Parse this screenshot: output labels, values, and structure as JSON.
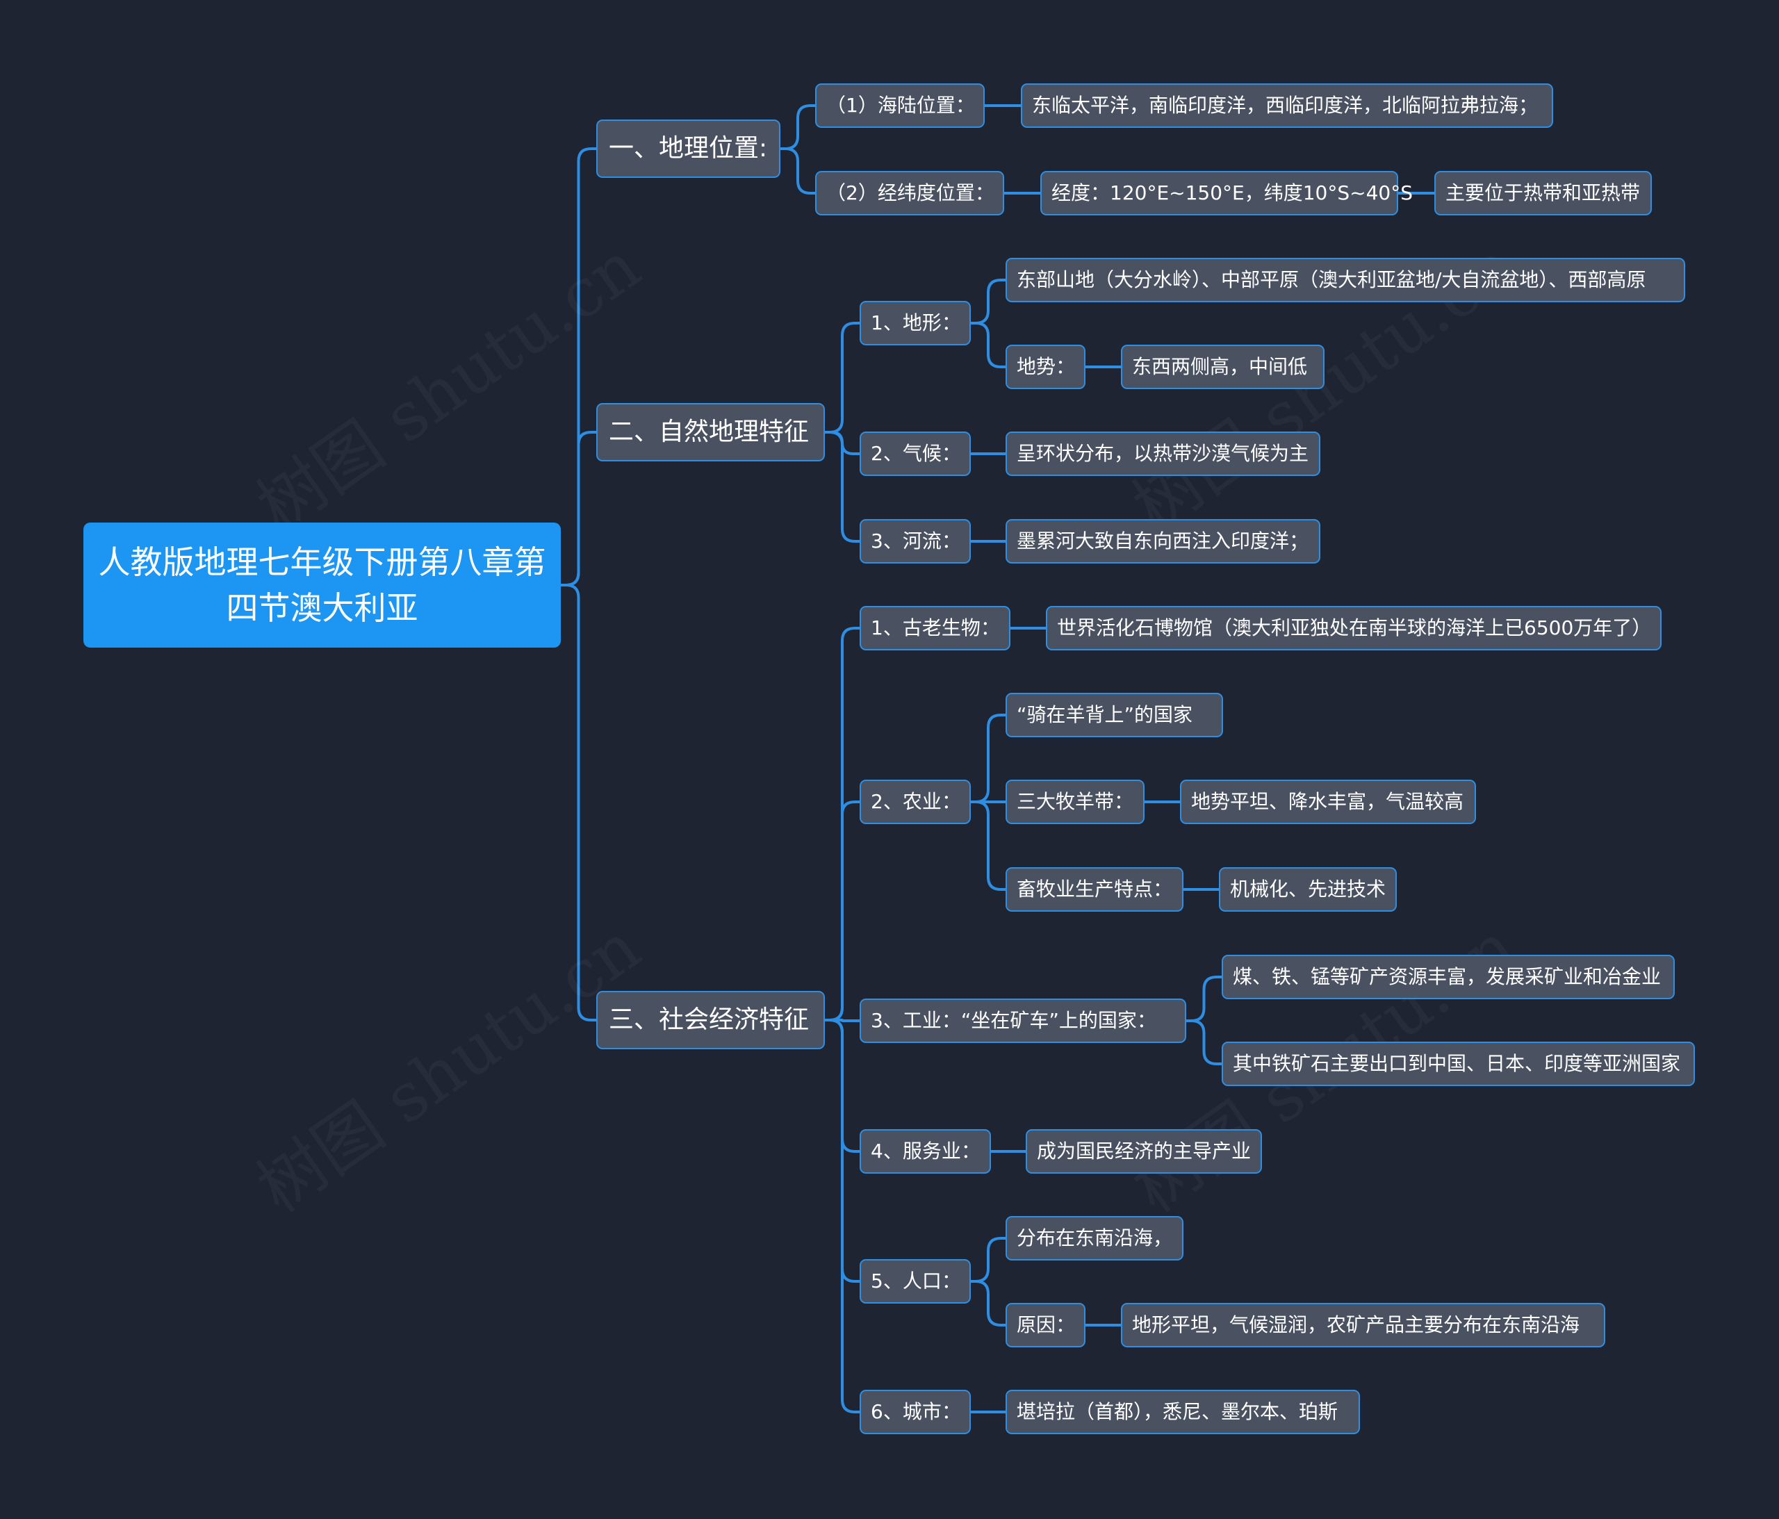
{
  "root": {
    "title": "人教版地理七年级下册第八章第四节澳大利亚"
  },
  "watermark": "树图 shutu.cn",
  "colors": {
    "background": "#1f2433",
    "root": "#1d96f3",
    "node": "#4a5262",
    "line": "#2d8ee3",
    "text": "#ffffff"
  },
  "sections": [
    {
      "label": "一、地理位置:",
      "items": [
        {
          "label": "（1）海陆位置：",
          "children": [
            {
              "label": "东临太平洋，南临印度洋，西临印度洋，北临阿拉弗拉海；"
            }
          ]
        },
        {
          "label": "（2）经纬度位置：",
          "children": [
            {
              "label": "经度：120°E~150°E，纬度10°S~40°S",
              "children": [
                {
                  "label": "主要位于热带和亚热带"
                }
              ]
            }
          ]
        }
      ]
    },
    {
      "label": "二、自然地理特征",
      "items": [
        {
          "label": "1、地形：",
          "children": [
            {
              "label": "东部山地（大分水岭）、中部平原（澳大利亚盆地/大自流盆地）、西部高原"
            },
            {
              "label": "地势：",
              "children": [
                {
                  "label": "东西两侧高，中间低"
                }
              ]
            }
          ]
        },
        {
          "label": "2、气候：",
          "children": [
            {
              "label": "呈环状分布，以热带沙漠气候为主"
            }
          ]
        },
        {
          "label": "3、河流：",
          "children": [
            {
              "label": "墨累河大致自东向西注入印度洋；"
            }
          ]
        }
      ]
    },
    {
      "label": "三、社会经济特征",
      "items": [
        {
          "label": "1、古老生物：",
          "children": [
            {
              "label": "世界活化石博物馆（澳大利亚独处在南半球的海洋上已6500万年了）"
            }
          ]
        },
        {
          "label": "2、农业：",
          "children": [
            {
              "label": "“骑在羊背上”的国家"
            },
            {
              "label": "三大牧羊带：",
              "children": [
                {
                  "label": "地势平坦、降水丰富，气温较高"
                }
              ]
            },
            {
              "label": "畜牧业生产特点：",
              "children": [
                {
                  "label": "机械化、先进技术"
                }
              ]
            }
          ]
        },
        {
          "label": "3、工业：“坐在矿车”上的国家：",
          "children": [
            {
              "label": "煤、铁、锰等矿产资源丰富，发展采矿业和冶金业"
            },
            {
              "label": "其中铁矿石主要出口到中国、日本、印度等亚洲国家"
            }
          ]
        },
        {
          "label": "4、服务业：",
          "children": [
            {
              "label": "成为国民经济的主导产业"
            }
          ]
        },
        {
          "label": "5、人口：",
          "children": [
            {
              "label": "分布在东南沿海，"
            },
            {
              "label": "原因：",
              "children": [
                {
                  "label": "地形平坦，气候湿润，农矿产品主要分布在东南沿海"
                }
              ]
            }
          ]
        },
        {
          "label": "6、城市：",
          "children": [
            {
              "label": "堪培拉（首都），悉尼、墨尔本、珀斯"
            }
          ]
        }
      ]
    }
  ]
}
